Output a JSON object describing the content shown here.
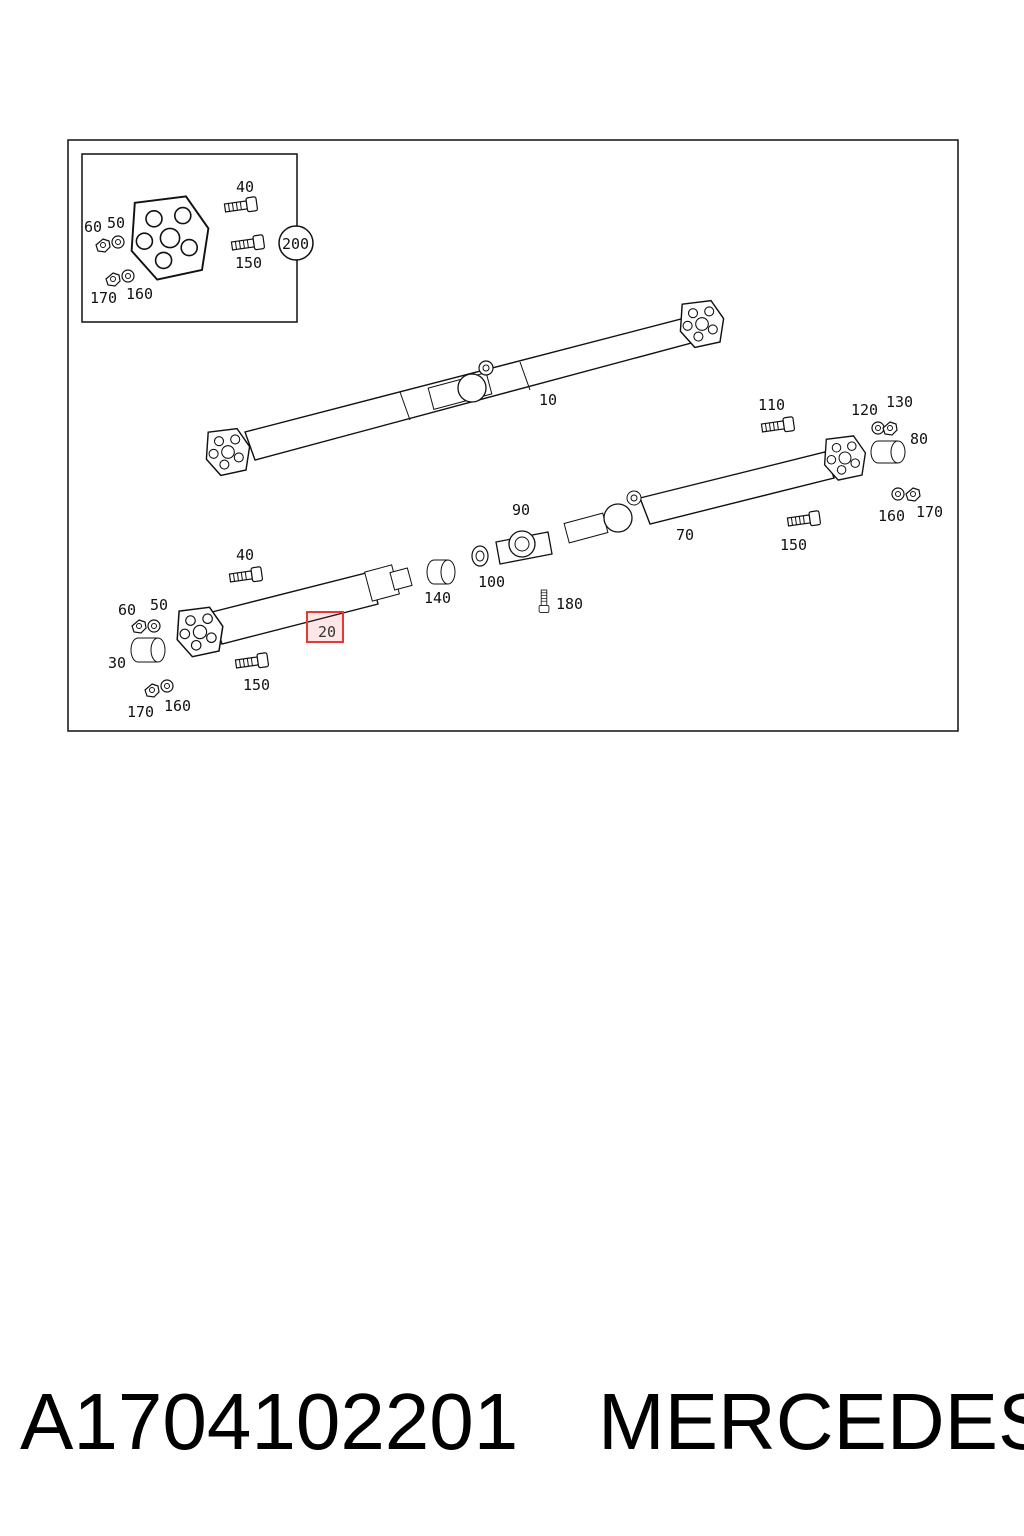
{
  "diagram": {
    "detail_labels": {
      "bolt": "40",
      "nut": "60",
      "washer": "50",
      "screw": "150",
      "nut2": "170",
      "washer2": "160",
      "callout": "200"
    },
    "shaft_10": {
      "label": "10"
    },
    "shaft_70": {
      "label": "70",
      "parts": {
        "p110": "110",
        "p120": "120",
        "p130": "130",
        "p80": "80",
        "p150": "150",
        "p160": "160",
        "p170": "170"
      }
    },
    "bearing": {
      "p90": "90",
      "p100": "100",
      "p140": "140",
      "p180": "180"
    },
    "shaft_20": {
      "label": "20",
      "parts": {
        "p40": "40",
        "p60": "60",
        "p50": "50",
        "p30": "30",
        "p150": "150",
        "p170": "170",
        "p160": "160"
      }
    },
    "highlight_color": "#e53935"
  },
  "footer": {
    "part_number": "A1704102201",
    "brand": "MERCEDES"
  }
}
